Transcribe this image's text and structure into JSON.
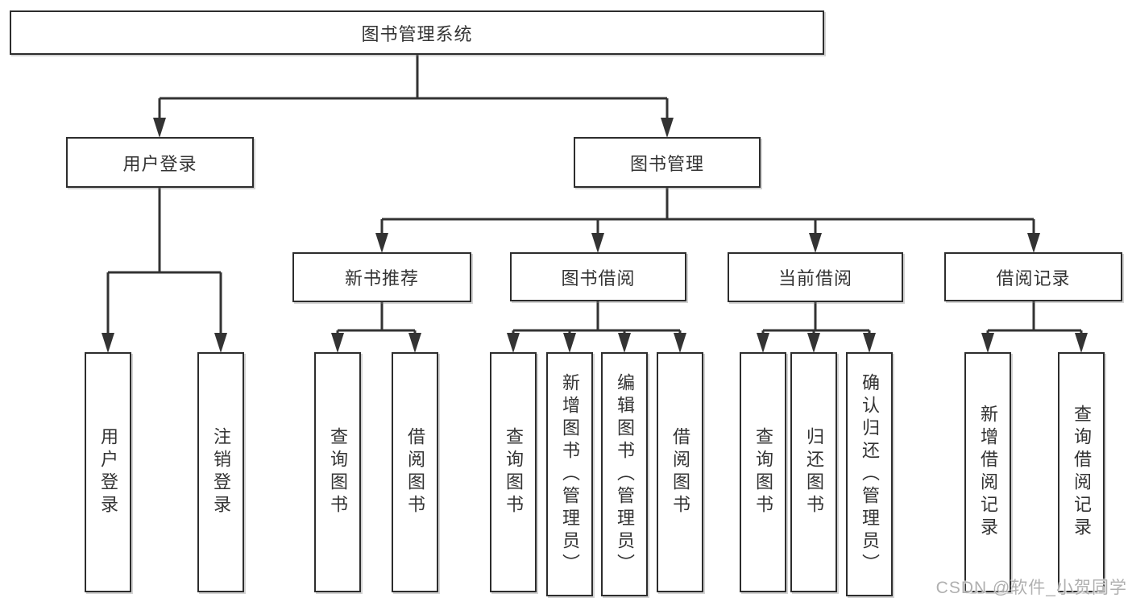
{
  "tree": {
    "label": "图书管理系统",
    "children": [
      {
        "label": "用户登录",
        "children": [
          {
            "label": "用户登录"
          },
          {
            "label": "注销登录"
          }
        ]
      },
      {
        "label": "图书管理",
        "children": [
          {
            "label": "新书推荐",
            "children": [
              {
                "label": "查询图书"
              },
              {
                "label": "借阅图书"
              }
            ]
          },
          {
            "label": "图书借阅",
            "children": [
              {
                "label": "查询图书"
              },
              {
                "label": "新增图书（管理员）"
              },
              {
                "label": "编辑图书（管理员）"
              },
              {
                "label": "借阅图书"
              }
            ]
          },
          {
            "label": "当前借阅",
            "children": [
              {
                "label": "查询图书"
              },
              {
                "label": "归还图书"
              },
              {
                "label": "确认归还（管理员）"
              }
            ]
          },
          {
            "label": "借阅记录",
            "children": [
              {
                "label": "新增借阅记录"
              },
              {
                "label": "查询借阅记录"
              }
            ]
          }
        ]
      }
    ]
  },
  "watermark": {
    "text": "CSDN @软件_小贺同学"
  },
  "colors": {
    "background": "#ffffff",
    "box_fill": "#ffffff",
    "box_border": "#2d2d2d",
    "line": "#333333",
    "text": "#333333",
    "watermark": "#b0b0b0"
  }
}
